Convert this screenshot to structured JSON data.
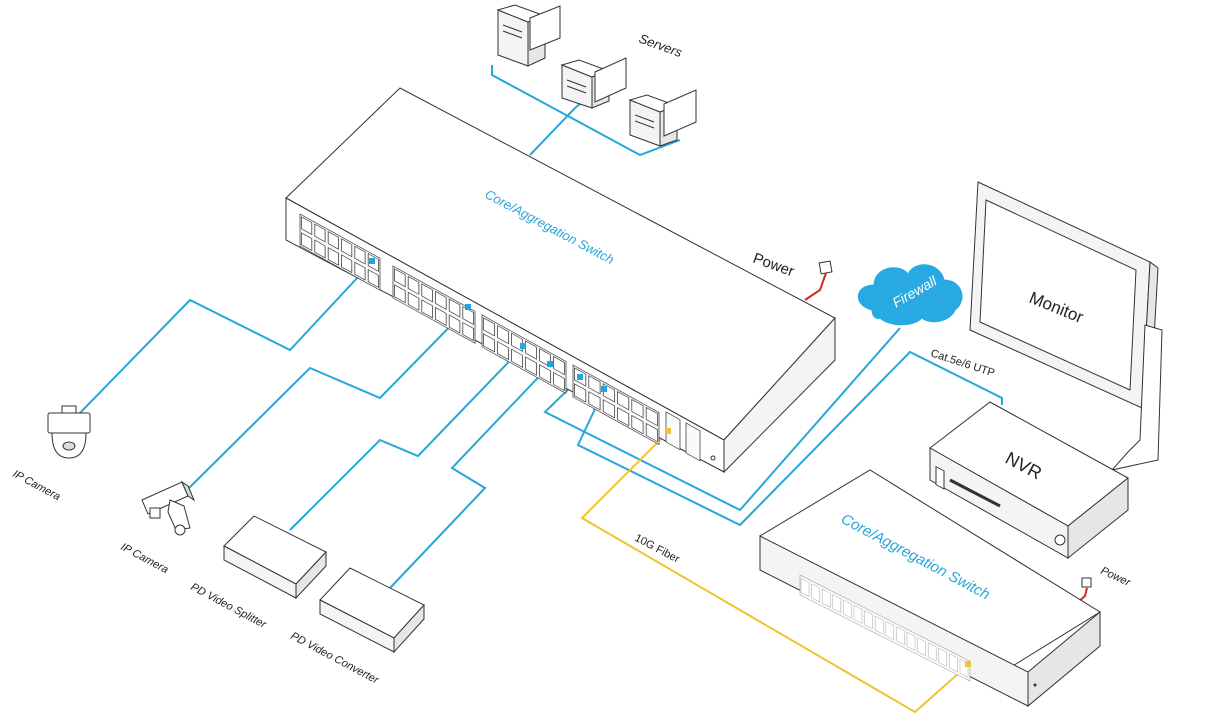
{
  "labels": {
    "servers": "Servers",
    "core_switch_top": "Core/Aggregation Switch",
    "power_top": "Power",
    "firewall": "Firewall",
    "monitor": "Monitor",
    "cable": "Cat.5e/6 UTP",
    "nvr": "NVR",
    "core_switch_bottom": "Core/Aggregation Switch",
    "power_bottom": "Power",
    "fiber": "10G Fiber",
    "ip_camera_dome": "IP Camera",
    "ip_camera_bullet": "IP Camera",
    "pd_video_splitter": "PD Video Splitter",
    "pd_video_converter": "PD Video Converter"
  },
  "colors": {
    "ethernet": "#26a7d9",
    "fiber": "#f1c232",
    "power_cable": "#d9261c",
    "cloud": "#29a9e1",
    "outline": "#333333"
  }
}
